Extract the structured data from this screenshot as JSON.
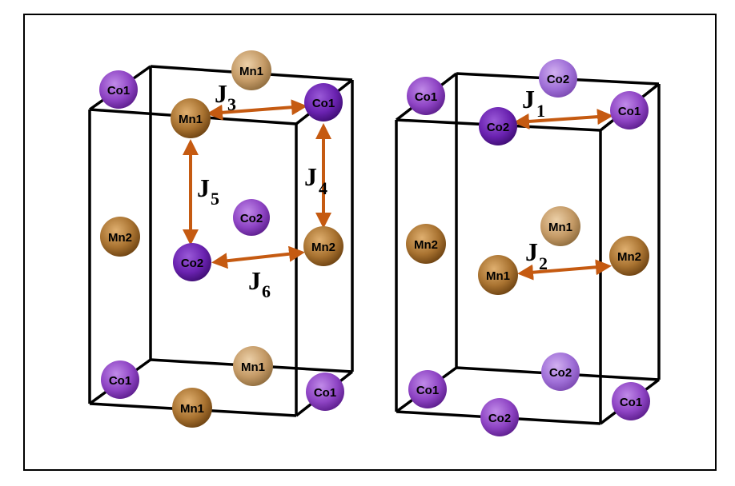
{
  "colors": {
    "frame": "#000000",
    "cell_edge": "#000000",
    "arrow": "#c55a11",
    "co_atom": "#8e44c4",
    "co_atom_dark": "#5a1c8a",
    "mn_atom": "#b07c3c",
    "mn_atom_light": "#c9a06a"
  },
  "labels": {
    "co1": "Co1",
    "co2": "Co2",
    "mn1": "Mn1",
    "mn2": "Mn2"
  },
  "exchange": {
    "J1": {
      "main": "J",
      "sub": "1"
    },
    "J2": {
      "main": "J",
      "sub": "2"
    },
    "J3": {
      "main": "J",
      "sub": "3"
    },
    "J4": {
      "main": "J",
      "sub": "4"
    },
    "J5": {
      "main": "J",
      "sub": "5"
    },
    "J6": {
      "main": "J",
      "sub": "6"
    }
  }
}
